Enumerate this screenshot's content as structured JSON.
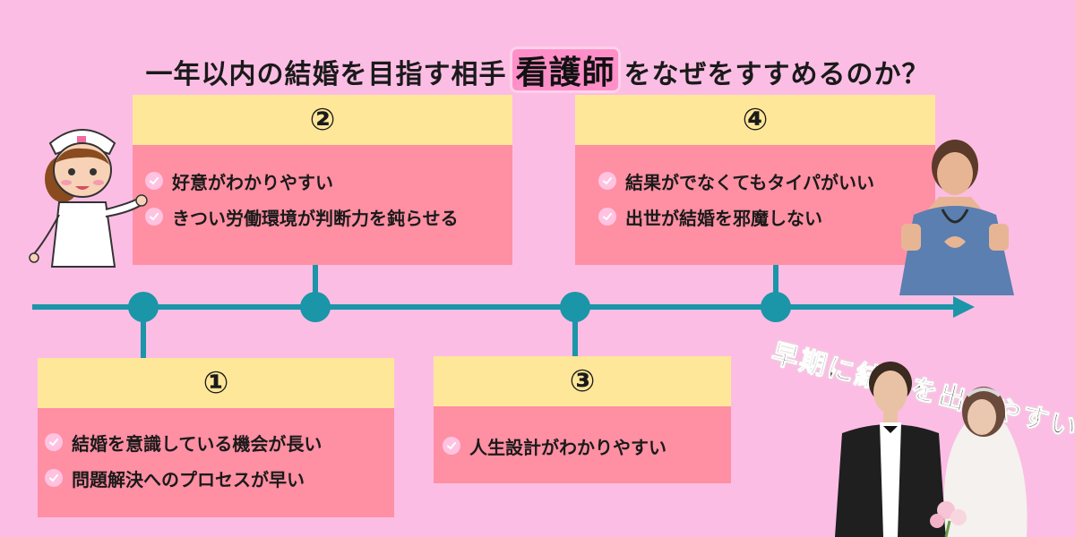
{
  "title": {
    "before": "一年以内の結婚を目指す相手",
    "highlight": "看護師",
    "after": "をなぜをすすめるのか？"
  },
  "cards": [
    {
      "number": "①",
      "items": [
        "結婚を意識している機会が長い",
        "問題解決へのプロセスが早い"
      ]
    },
    {
      "number": "②",
      "items": [
        "好意がわかりやすい",
        "きつい労働環境が判断力を鈍らせる"
      ]
    },
    {
      "number": "③",
      "items": [
        "人生設計がわかりやすい"
      ]
    },
    {
      "number": "④",
      "items": [
        "結果がでなくてもタイパがいい",
        "出世が結婚を邪魔しない"
      ]
    }
  ],
  "slogan": "早期に結果を出しやすい",
  "colors": {
    "background": "#fcbde4",
    "timeline": "#1b95a8",
    "card_head": "#ffe79a",
    "card_body": "#ff8fa3",
    "title_highlight": "#ff8fc8"
  },
  "icons": [
    "check-icon",
    "nurse-cartoon-illustration",
    "nurse-photo-illustration",
    "wedding-couple-illustration"
  ]
}
